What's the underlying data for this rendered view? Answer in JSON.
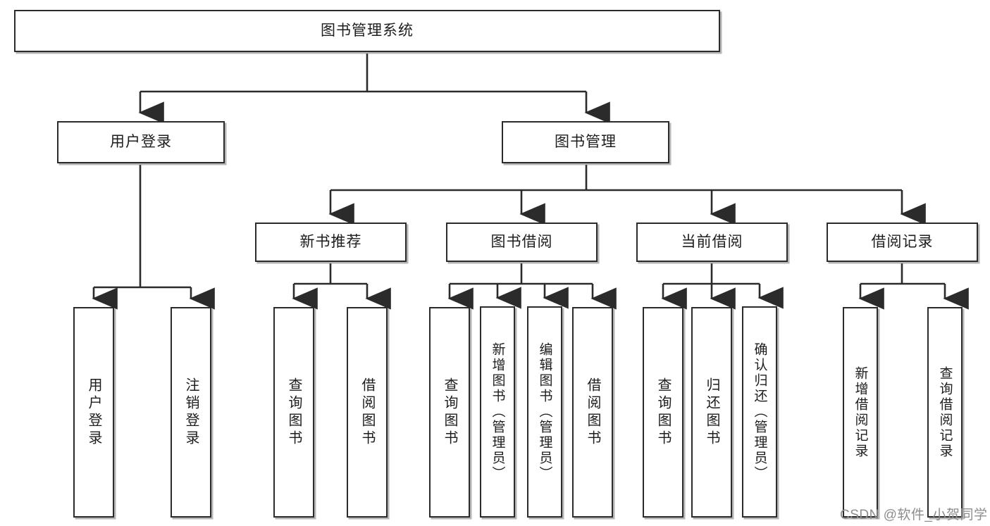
{
  "diagram": {
    "type": "tree",
    "title": "图书管理系统",
    "watermark": "CSDN @软件_小贺同学",
    "colors": {
      "box_border": "#2b2b2b",
      "box_fill": "#ffffff",
      "connector": "#2b2b2b",
      "shadow": "#787878",
      "watermark": "#8d8d8d"
    },
    "root": {
      "label": "图书管理系统"
    },
    "level2": [
      {
        "label": "用户登录"
      },
      {
        "label": "图书管理"
      }
    ],
    "level3": [
      {
        "label": "新书推荐"
      },
      {
        "label": "图书借阅"
      },
      {
        "label": "当前借阅"
      },
      {
        "label": "借阅记录"
      }
    ],
    "leaves": {
      "user_login": [
        {
          "label": "用户登录"
        },
        {
          "label": "注销登录"
        }
      ],
      "new_book_recommend": [
        {
          "label": "查询图书"
        },
        {
          "label": "借阅图书"
        }
      ],
      "book_borrow": [
        {
          "label": "查询图书"
        },
        {
          "label": "新增图书（管理员）"
        },
        {
          "label": "编辑图书（管理员）"
        },
        {
          "label": "借阅图书"
        }
      ],
      "current_borrow": [
        {
          "label": "查询图书"
        },
        {
          "label": "归还图书"
        },
        {
          "label": "确认归还（管理员）"
        }
      ],
      "borrow_records": [
        {
          "label": "新增借阅记录"
        },
        {
          "label": "查询借阅记录"
        }
      ]
    }
  }
}
